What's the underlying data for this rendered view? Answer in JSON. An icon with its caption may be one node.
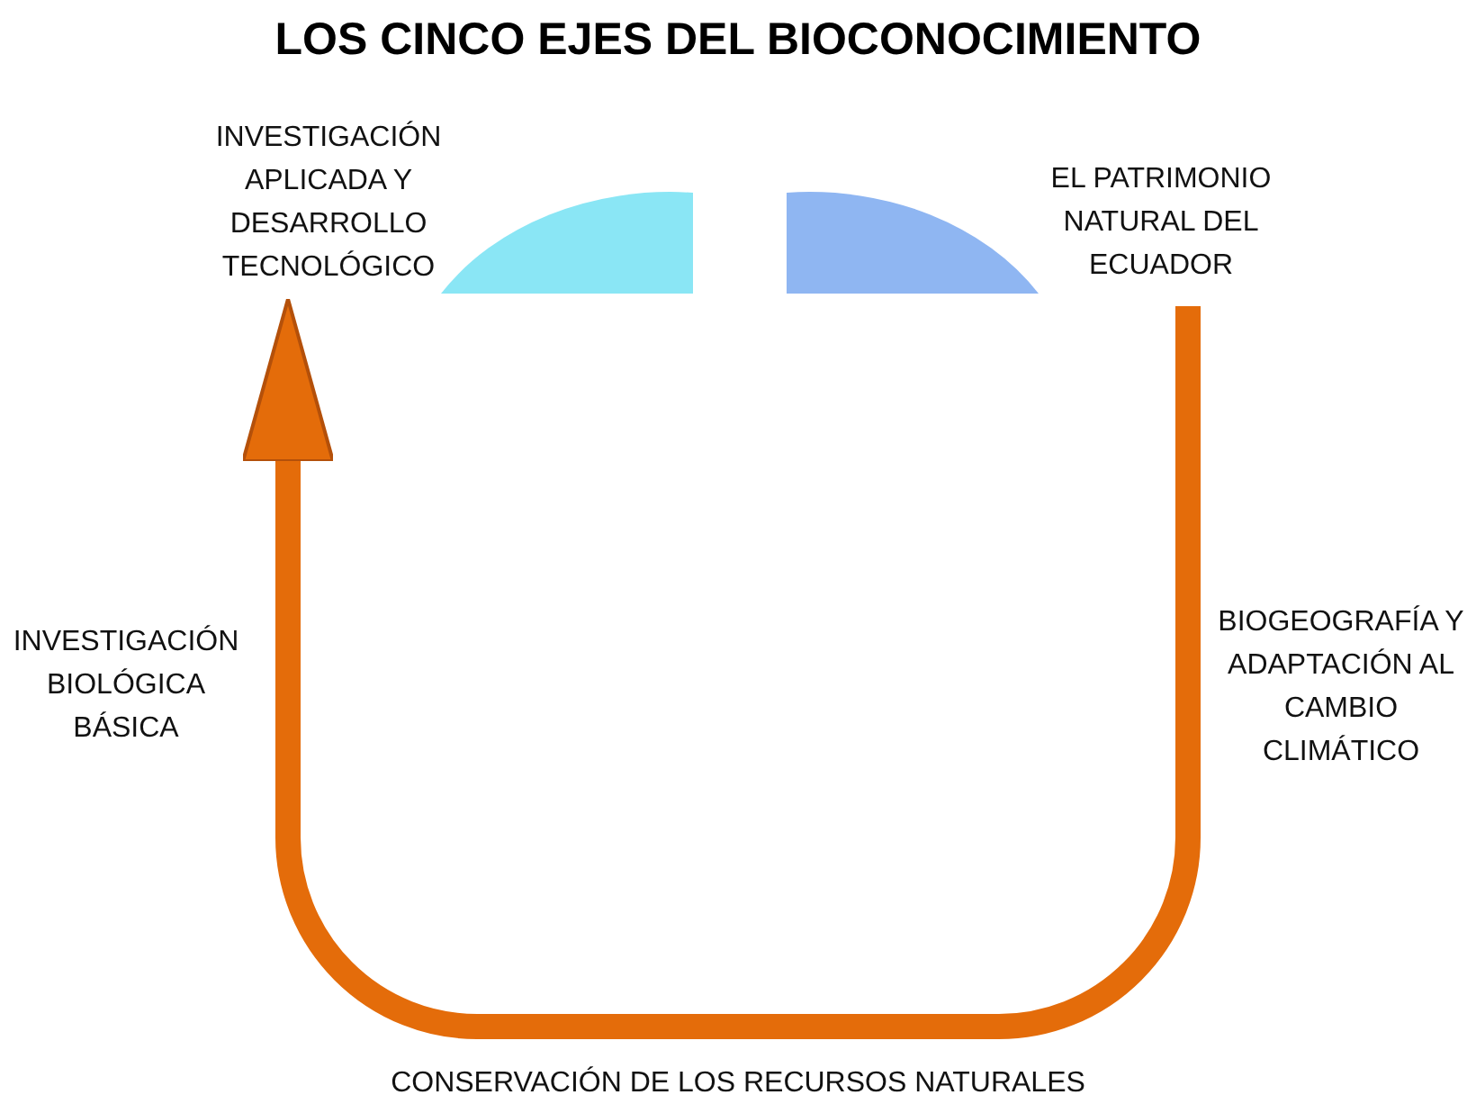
{
  "diagram": {
    "title": "LOS CINCO EJES DEL BIOCONOCIMIENTO",
    "nodes": [
      {
        "text": [
          "INVESTIGACIÓN APLICADA Y DESARROLLO TECNOLÓGICO"
        ]
      },
      {
        "text": [
          "EL PATRIMONIO NATURAL DEL ECUADOR"
        ]
      }
    ],
    "edges": [
      {
        "from": 1,
        "to": 0,
        "arrow": "to",
        "color": "#e46c0a"
      }
    ],
    "labels": [
      "INVESTIGACIÓN BIOLÓGICA BÁSICA",
      "BIOGEOGRAFÍA Y ADAPTACIÓN AL CAMBIO CLIMÁTICO",
      "CONSERVACIÓN DE LOS RECURSOS NATURALES"
    ]
  }
}
